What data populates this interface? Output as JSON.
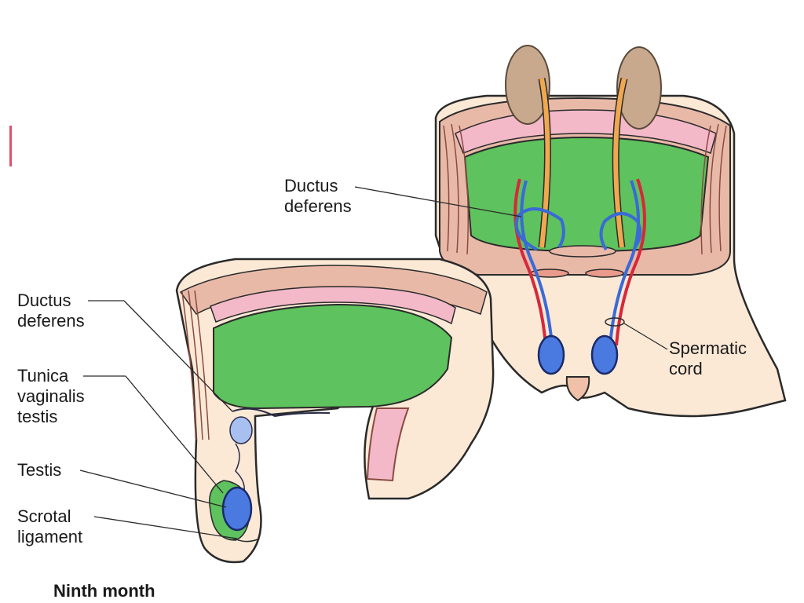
{
  "labels": {
    "ductus_deferens_top": [
      "Ductus",
      "deferens"
    ],
    "spermatic_cord": [
      "Spermatic",
      "cord"
    ],
    "ductus_deferens_left": [
      "Ductus",
      "deferens"
    ],
    "tunica_vaginalis": [
      "Tunica",
      "vaginalis",
      "testis"
    ],
    "testis": "Testis",
    "scrotal_ligament": [
      "Scrotal",
      "ligament"
    ]
  },
  "caption": "Ninth month"
}
